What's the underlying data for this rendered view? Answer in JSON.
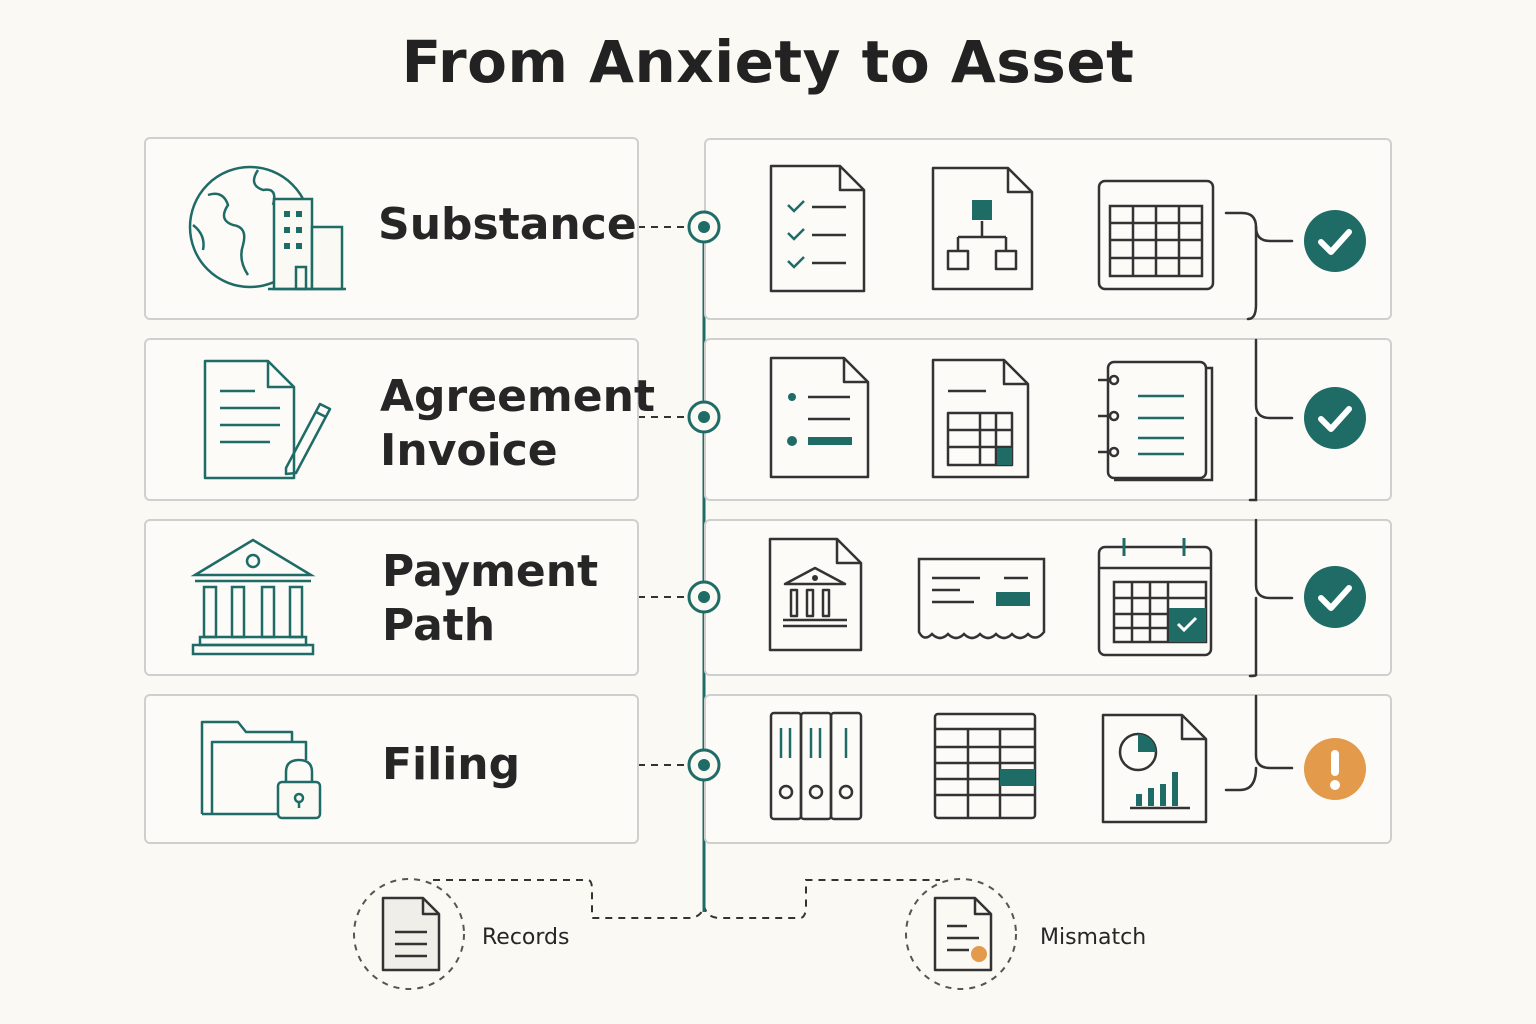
{
  "title": "From Anxiety to Asset",
  "rows": [
    {
      "label": "Substance",
      "category_icon": "globe-building-icon",
      "step_icons": [
        "checklist-document-icon",
        "flowchart-document-icon",
        "table-grid-icon"
      ],
      "status": "check",
      "status_icon": "check-circle-icon"
    },
    {
      "label": "Agreement\nInvoice",
      "category_icon": "document-pen-icon",
      "step_icons": [
        "bullet-list-document-icon",
        "spreadsheet-document-icon",
        "spiral-notebook-icon"
      ],
      "status": "check",
      "status_icon": "check-circle-icon"
    },
    {
      "label": "Payment\nPath",
      "category_icon": "bank-icon",
      "step_icons": [
        "bank-document-icon",
        "bank-check-icon",
        "calendar-check-icon"
      ],
      "status": "check",
      "status_icon": "check-circle-icon"
    },
    {
      "label": "Filing",
      "category_icon": "folder-lock-icon",
      "step_icons": [
        "binders-icon",
        "ledger-table-icon",
        "chart-report-icon"
      ],
      "status": "warning",
      "status_icon": "exclamation-circle-icon"
    }
  ],
  "legend": [
    {
      "label": "Records",
      "icon": "records-document-icon"
    },
    {
      "label": "Mismatch",
      "icon": "mismatch-document-icon"
    }
  ],
  "colors": {
    "teal": "#1f6b66",
    "orange": "#e39a4a",
    "stroke": "#333333",
    "border": "#cfcfcf",
    "background": "#fbf9f4"
  }
}
